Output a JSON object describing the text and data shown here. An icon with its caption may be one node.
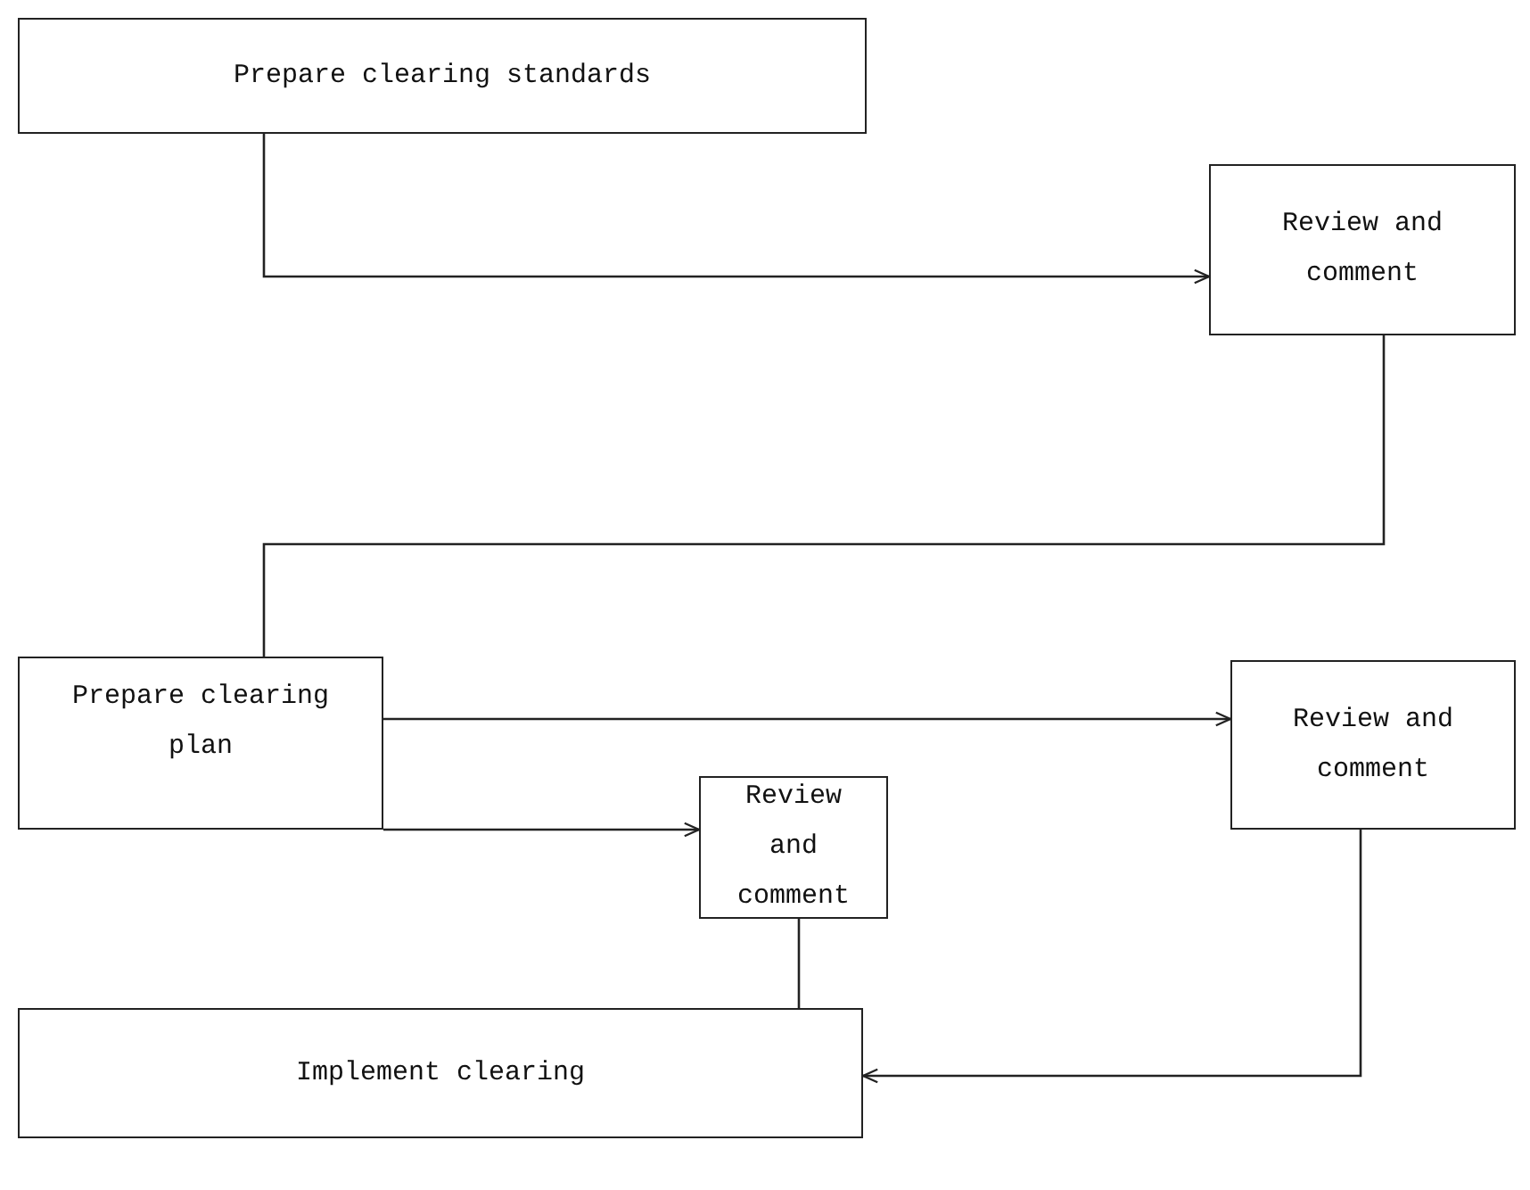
{
  "diagram": {
    "nodes": [
      {
        "text": [
          "Prepare clearing standards"
        ]
      },
      {
        "text": [
          "Review and comment"
        ]
      },
      {
        "text": [
          "Prepare clearing plan"
        ]
      },
      {
        "text": [
          "Review and comment"
        ]
      },
      {
        "text": [
          "Review and comment"
        ]
      },
      {
        "text": [
          "Implement clearing"
        ]
      }
    ],
    "edges": [
      {
        "from": 0,
        "to": 1,
        "arrow": "to"
      },
      {
        "from": 1,
        "to": 2,
        "arrow": "none"
      },
      {
        "from": 2,
        "to": 3,
        "arrow": "to"
      },
      {
        "from": 2,
        "to": 4,
        "arrow": "to"
      },
      {
        "from": 4,
        "to": 5,
        "arrow": "none"
      },
      {
        "from": 3,
        "to": 5,
        "arrow": "to"
      }
    ]
  }
}
